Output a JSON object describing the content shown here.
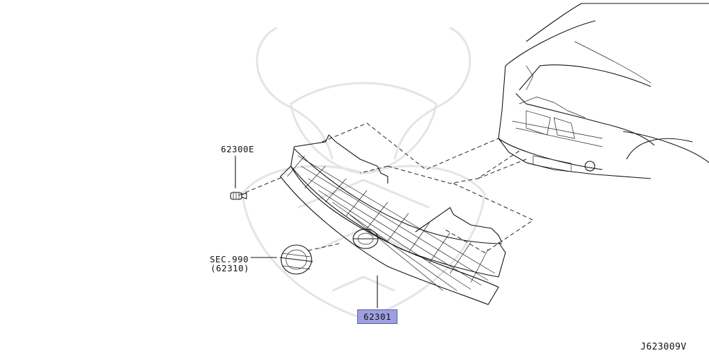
{
  "labels": {
    "clip": "62300E",
    "emblem_sec": "SEC.990",
    "emblem_part": "(62310)",
    "grille": "62301",
    "diagram_id": "J623009V"
  },
  "highlight_color": "#9f9fe0"
}
